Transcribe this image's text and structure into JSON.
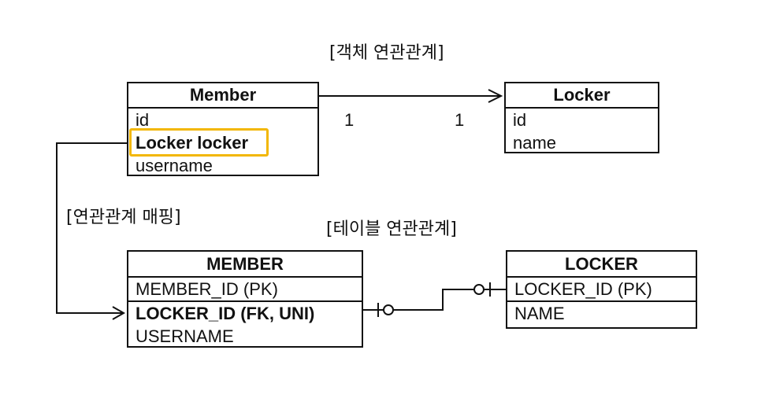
{
  "titles": {
    "object_relation": "[객체 연관관계]",
    "relation_mapping": "[연관관계 매핑]",
    "table_relation": "[테이블 연관관계]"
  },
  "entities": {
    "member": {
      "title": "Member",
      "fields": [
        "id",
        "Locker locker",
        "username"
      ]
    },
    "locker": {
      "title": "Locker",
      "fields": [
        "id",
        "name"
      ]
    }
  },
  "tables": {
    "member": {
      "title": "MEMBER",
      "columns": [
        "MEMBER_ID (PK)",
        "LOCKER_ID (FK, UNI)",
        "USERNAME"
      ]
    },
    "locker": {
      "title": "LOCKER",
      "columns": [
        "LOCKER_ID (PK)",
        "NAME"
      ]
    }
  },
  "multiplicity": {
    "source": "1",
    "target": "1"
  },
  "colors": {
    "highlight": "#f2b705",
    "line": "#111111"
  }
}
